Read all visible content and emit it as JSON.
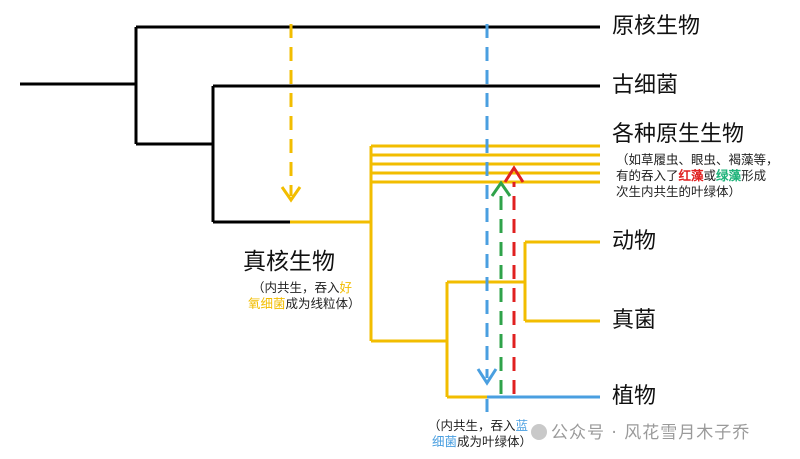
{
  "taxa": {
    "prokaryote": "原核生物",
    "archaea": "古细菌",
    "protists": "各种原生生物",
    "animals": "动物",
    "fungi": "真菌",
    "plants": "植物",
    "eukaryote": "真核生物"
  },
  "notes": {
    "protist_note": {
      "line1": "（如草履虫、眼虫、褐藻等，",
      "line2_pre": "有的吞入了",
      "line2_red": "红藻",
      "line2_mid": "或",
      "line2_green": "绿藻",
      "line2_post": "形成",
      "line3": "次生内共生的叶绿体）"
    },
    "mito_note": {
      "line1_pre": "（内共生，吞入",
      "line1_yellow": "好",
      "line2_yellow": "氧细菌",
      "line2_post": "成为线粒体）"
    },
    "chloro_note": {
      "line1_pre": "（内共生，吞入",
      "line1_blue": "蓝",
      "line2_blue": "细菌",
      "line2_post": "成为叶绿体）"
    }
  },
  "watermark": "公众号 · 风花雪月木子乔",
  "colors": {
    "tree_black": "#000000",
    "eukaryote_yellow": "#f2bd00",
    "cyanobacteria_blue": "#4a9fe0",
    "red_algae": "#e02020",
    "green_algae": "#2fa34a"
  }
}
